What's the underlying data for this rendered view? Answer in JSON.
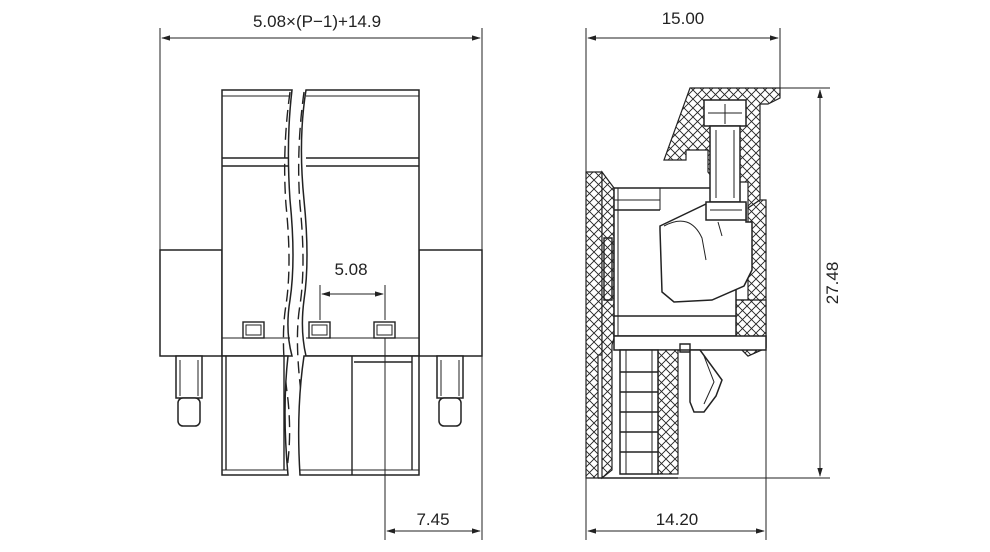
{
  "dimensions": {
    "overall_width_formula": "5.08×(P−1)+14.9",
    "pitch": "5.08",
    "pin_offset": "7.45",
    "side_top_width": "15.00",
    "side_bottom_width": "14.20",
    "side_height": "27.48"
  },
  "colors": {
    "line": "#222222",
    "background": "#ffffff"
  }
}
